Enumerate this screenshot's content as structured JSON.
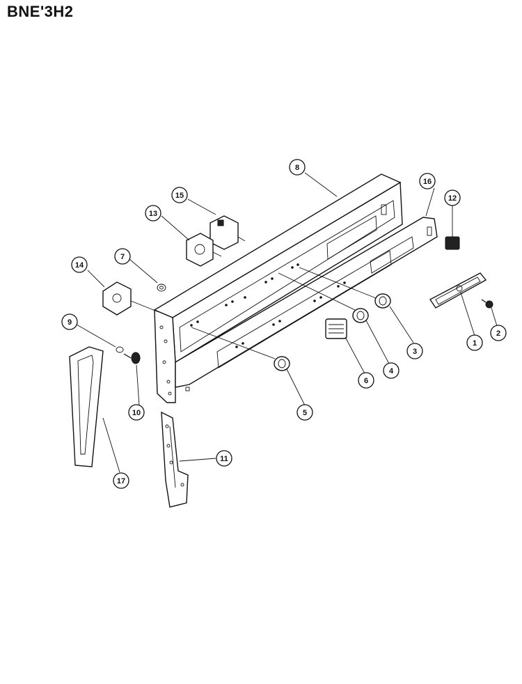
{
  "header": {
    "model": "BNE'3H2"
  },
  "callouts": [
    {
      "id": "c1",
      "label": "1"
    },
    {
      "id": "c2",
      "label": "2"
    },
    {
      "id": "c3",
      "label": "3"
    },
    {
      "id": "c4",
      "label": "4"
    },
    {
      "id": "c5",
      "label": "5"
    },
    {
      "id": "c6",
      "label": "6"
    },
    {
      "id": "c7",
      "label": "7"
    },
    {
      "id": "c8",
      "label": "8"
    },
    {
      "id": "c9",
      "label": "9"
    },
    {
      "id": "c10",
      "label": "10"
    },
    {
      "id": "c11",
      "label": "11"
    },
    {
      "id": "c12",
      "label": "12"
    },
    {
      "id": "c13",
      "label": "13"
    },
    {
      "id": "c14",
      "label": "14"
    },
    {
      "id": "c15",
      "label": "15"
    },
    {
      "id": "c16",
      "label": "16"
    },
    {
      "id": "c17",
      "label": "17"
    }
  ]
}
